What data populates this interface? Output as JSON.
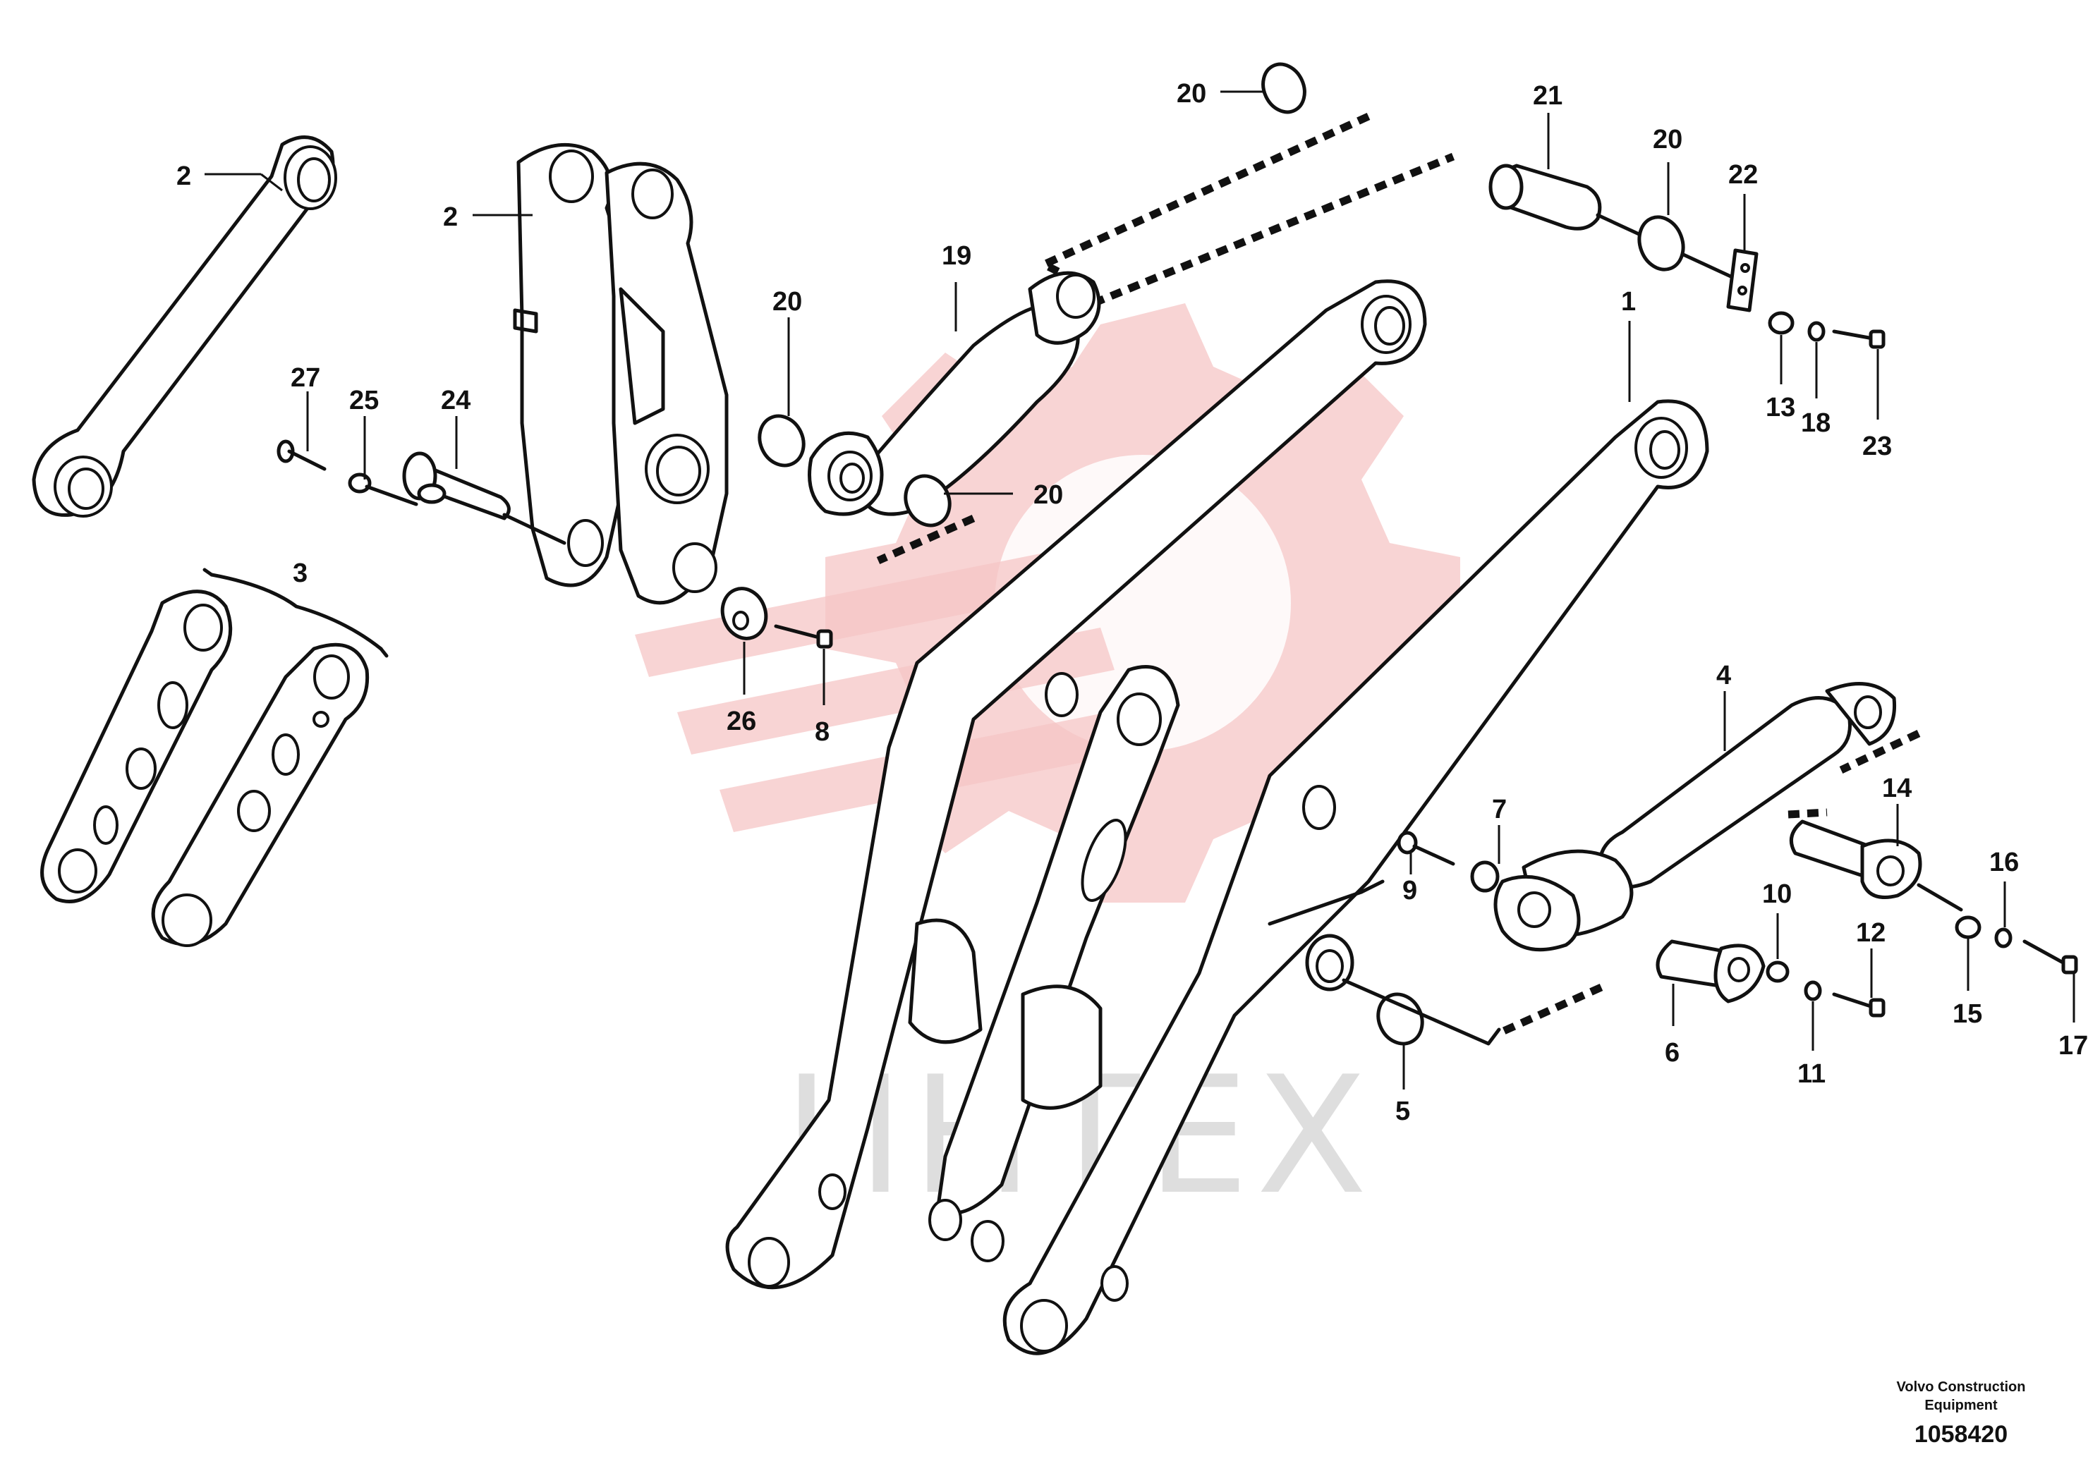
{
  "watermark": {
    "text": "ИНТЕХ",
    "color": "#f6c6c6"
  },
  "callouts": [
    {
      "id": "c-2a",
      "label": "2"
    },
    {
      "id": "c-2b",
      "label": "2"
    },
    {
      "id": "c-3",
      "label": "3"
    },
    {
      "id": "c-27",
      "label": "27"
    },
    {
      "id": "c-25",
      "label": "25"
    },
    {
      "id": "c-24",
      "label": "24"
    },
    {
      "id": "c-20a",
      "label": "20"
    },
    {
      "id": "c-19",
      "label": "19"
    },
    {
      "id": "c-20b",
      "label": "20"
    },
    {
      "id": "c-20c",
      "label": "20"
    },
    {
      "id": "c-21",
      "label": "21"
    },
    {
      "id": "c-20d",
      "label": "20"
    },
    {
      "id": "c-22",
      "label": "22"
    },
    {
      "id": "c-13",
      "label": "13"
    },
    {
      "id": "c-18",
      "label": "18"
    },
    {
      "id": "c-23",
      "label": "23"
    },
    {
      "id": "c-1",
      "label": "1"
    },
    {
      "id": "c-26",
      "label": "26"
    },
    {
      "id": "c-8",
      "label": "8"
    },
    {
      "id": "c-4",
      "label": "4"
    },
    {
      "id": "c-7",
      "label": "7"
    },
    {
      "id": "c-9",
      "label": "9"
    },
    {
      "id": "c-14",
      "label": "14"
    },
    {
      "id": "c-16",
      "label": "16"
    },
    {
      "id": "c-10",
      "label": "10"
    },
    {
      "id": "c-12",
      "label": "12"
    },
    {
      "id": "c-15",
      "label": "15"
    },
    {
      "id": "c-17",
      "label": "17"
    },
    {
      "id": "c-6",
      "label": "6"
    },
    {
      "id": "c-11",
      "label": "11"
    },
    {
      "id": "c-5",
      "label": "5"
    }
  ],
  "footer": {
    "company_line1": "Volvo Construction",
    "company_line2": "Equipment",
    "drawing_number": "1058420"
  }
}
